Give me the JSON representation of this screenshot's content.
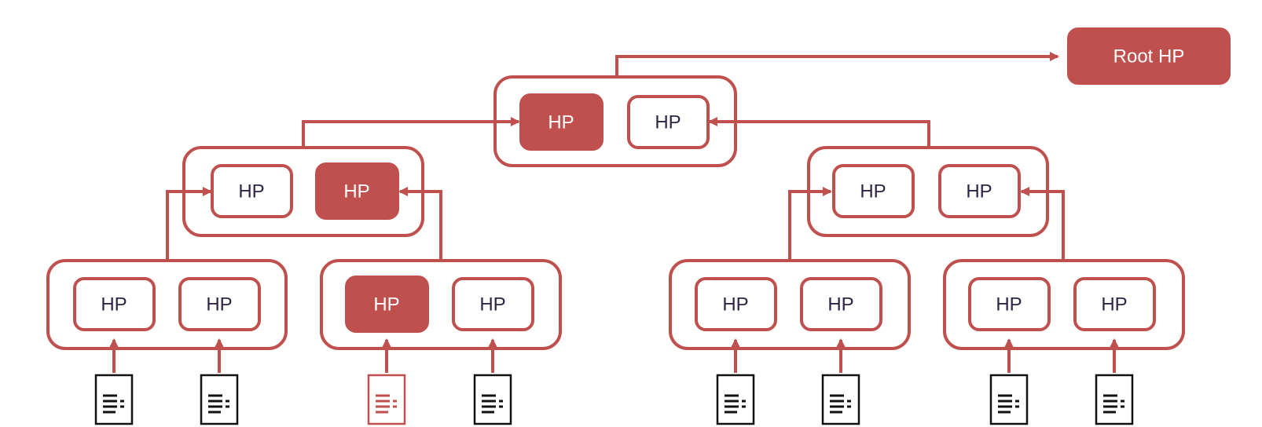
{
  "root": {
    "label": "Root HP"
  },
  "levels": {
    "top": [
      {
        "label": "HP",
        "highlighted": true
      },
      {
        "label": "HP",
        "highlighted": false
      }
    ],
    "mid_left": [
      {
        "label": "HP",
        "highlighted": false
      },
      {
        "label": "HP",
        "highlighted": true
      }
    ],
    "mid_right": [
      {
        "label": "HP",
        "highlighted": false
      },
      {
        "label": "HP",
        "highlighted": false
      }
    ],
    "leaf_groups": [
      [
        {
          "label": "HP",
          "highlighted": false
        },
        {
          "label": "HP",
          "highlighted": false
        }
      ],
      [
        {
          "label": "HP",
          "highlighted": true
        },
        {
          "label": "HP",
          "highlighted": false
        }
      ],
      [
        {
          "label": "HP",
          "highlighted": false
        },
        {
          "label": "HP",
          "highlighted": false
        }
      ],
      [
        {
          "label": "HP",
          "highlighted": false
        },
        {
          "label": "HP",
          "highlighted": false
        }
      ]
    ]
  },
  "documents": [
    {
      "icon": "document-icon",
      "highlighted": false
    },
    {
      "icon": "document-icon",
      "highlighted": false
    },
    {
      "icon": "document-icon",
      "highlighted": true
    },
    {
      "icon": "document-icon",
      "highlighted": false
    },
    {
      "icon": "document-icon",
      "highlighted": false
    },
    {
      "icon": "document-icon",
      "highlighted": false
    },
    {
      "icon": "document-icon",
      "highlighted": false
    },
    {
      "icon": "document-icon",
      "highlighted": false
    }
  ],
  "colors": {
    "accent": "#c0504d",
    "label_dark": "#2e2545",
    "label_light": "#ffffff",
    "document_default": "#111111"
  }
}
